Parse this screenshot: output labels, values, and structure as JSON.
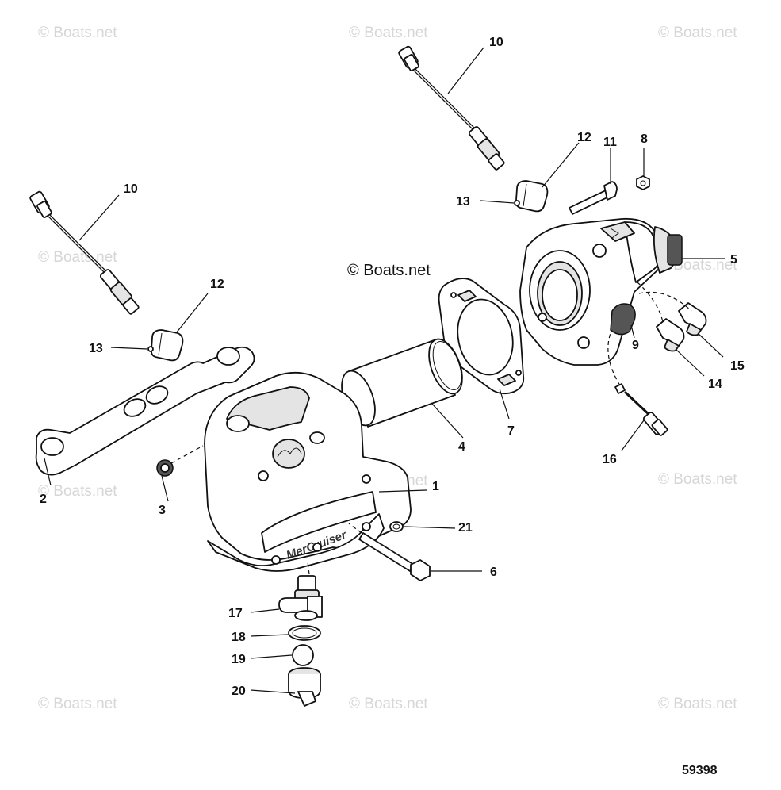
{
  "watermarks": [
    "© Boats.net",
    "© Boats.net",
    "© Boats.net",
    "© Boats.net",
    "© Boats.net",
    "© Boats.net",
    "© Boats.net",
    "© Boats.net",
    "© Boats.net"
  ],
  "brand_label": "© Boats.net",
  "figure_number": "59398",
  "embossed_logo_text": "MerCruiser",
  "callouts": {
    "c1": "1",
    "c2": "2",
    "c3": "3",
    "c4": "4",
    "c5": "5",
    "c6": "6",
    "c7": "7",
    "c8": "8",
    "c9": "9",
    "c10a": "10",
    "c10b": "10",
    "c11": "11",
    "c12a": "12",
    "c12b": "12",
    "c13a": "13",
    "c13b": "13",
    "c14": "14",
    "c15": "15",
    "c16": "16",
    "c17": "17",
    "c18": "18",
    "c19": "19",
    "c20": "20",
    "c21": "21"
  }
}
